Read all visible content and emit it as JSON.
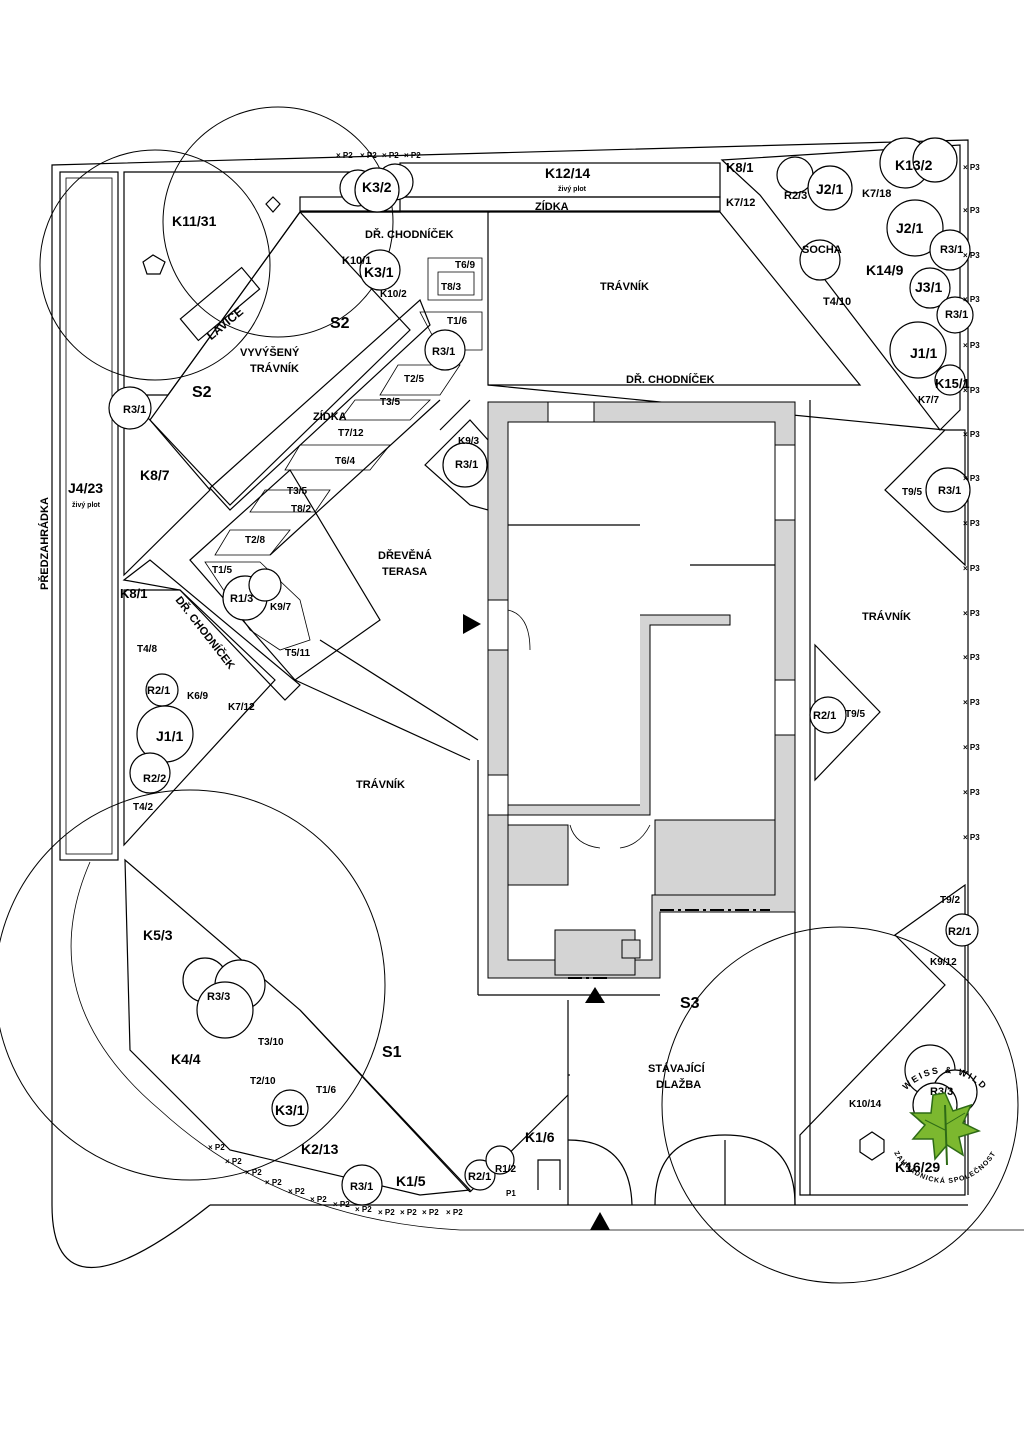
{
  "labels": {
    "k12_14": "K12/14",
    "zivy_plot_1": "živý plot",
    "zidka_top": "ZÍDKA",
    "k8_1_top": "K8/1",
    "k13_2": "K13/2",
    "k7_12_top": "K7/12",
    "r2_3": "R2/3",
    "j2_1_a": "J2/1",
    "k7_18": "K7/18",
    "socha": "SOCHA",
    "j2_1_b": "J2/1",
    "r3_1_ne": "R3/1",
    "k14_9": "K14/9",
    "j3_1": "J3/1",
    "t4_10": "T4/10",
    "r3_1_ne2": "R3/1",
    "j1_1_ne": "J1/1",
    "k15_1": "K15/1",
    "k7_7": "K7/7",
    "k3_2": "K3/2",
    "k11_31": "K11/31",
    "dr_chodnicek_top": "DŘ. CHODNÍČEK",
    "k10_1": "K10/1",
    "k3_1_top": "K3/1",
    "k10_2": "K10/2",
    "t6_9": "T6/9",
    "t8_3": "T8/3",
    "t1_6_top": "T1/6",
    "travnik_top": "TRÁVNÍK",
    "lavice": "LAVICE",
    "s2_a": "S2",
    "vyvyseny": "VYVÝŠENÝ",
    "travnik_vyv": "TRÁVNÍK",
    "r3_1_mid": "R3/1",
    "t2_5": "T2/5",
    "t3_5_a": "T3/5",
    "dr_chodnicek_mid": "DŘ. CHODNÍČEK",
    "s2_b": "S2",
    "r3_1_left": "R3/1",
    "zidka_mid": "ZÍDKA",
    "t7_12": "T7/12",
    "k9_3": "K9/3",
    "r3_1_k9": "R3/1",
    "t6_4": "T6/4",
    "k8_7": "K8/7",
    "j4_23": "J4/23",
    "zivy_plot_2": "živý plot",
    "predzahradka": "PŘEDZAHRÁDKA",
    "t3_5_b": "T3/5",
    "t8_2": "T8/2",
    "t9_5_a": "T9/5",
    "r3_1_east": "R3/1",
    "t2_8": "T2/8",
    "drevena": "DŘEVĚNÁ",
    "terasa": "TERASA",
    "t1_5": "T1/5",
    "r1_3": "R1/3",
    "k9_7": "K9/7",
    "k8_1_left": "K8/1",
    "dr_chodnicek_diag": "DŘ. CHODNÍČEK",
    "travnik_east": "TRÁVNÍK",
    "t4_8": "T4/8",
    "t5_11": "T5/11",
    "r2_1_left": "R2/1",
    "k6_9": "K6/9",
    "k7_12_left": "K7/12",
    "r2_1_east": "R2/1",
    "t9_5_b": "T9/5",
    "j1_1_left": "J1/1",
    "r2_2": "R2/2",
    "t4_2": "T4/2",
    "travnik_mid": "TRÁVNÍK",
    "t9_2": "T9/2",
    "r2_1_se": "R2/1",
    "k5_3": "K5/3",
    "k9_12": "K9/12",
    "r3_3_sw": "R3/3",
    "s3": "S3",
    "t3_10": "T3/10",
    "s1": "S1",
    "k4_4": "K4/4",
    "stavajici": "STÁVAJÍCÍ",
    "dlazba": "DLAŽBA",
    "r3_3_se": "R3/3",
    "t2_10": "T2/10",
    "t1_6_bot": "T1/6",
    "k10_14": "K10/14",
    "k3_1_bot": "K3/1",
    "k2_13": "K2/13",
    "k1_6": "K1/6",
    "r1_2": "R1/2",
    "r2_1_bot": "R2/1",
    "k16_29": "K16/29",
    "r3_1_bot": "R3/1",
    "k1_5": "K1/5",
    "p1": "P1"
  },
  "fence_post_label_top": "P2",
  "fence_post_label_east": "P3",
  "fence_post_label_south": "P2",
  "logo": {
    "top_text": "WEISS & WILD",
    "bottom_text": "ZAHRADNICKÁ SPOLEČNOST",
    "leaf_color": "#7cb82f",
    "leaf_dark": "#2e6b16"
  },
  "colors": {
    "line": "#000000",
    "wall_fill": "#d4d4d4",
    "background": "#ffffff"
  }
}
